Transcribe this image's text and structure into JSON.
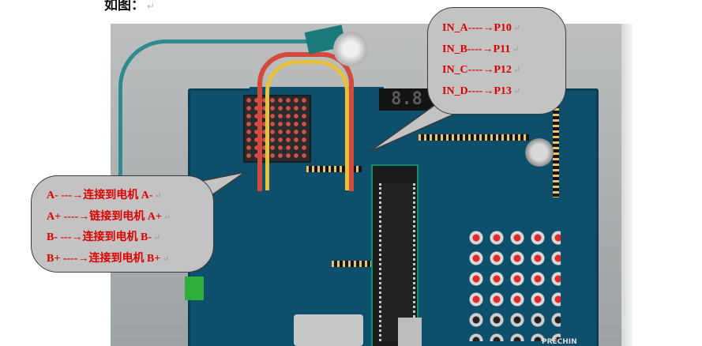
{
  "heading": {
    "text": "如图：",
    "para_mark": "↵"
  },
  "photo": {
    "seven_segment": "8.8",
    "board_label": "PRECHIN"
  },
  "callout_motor": {
    "lines": [
      "A-   ---→连接到电机 A-",
      "A+ ----→链接到电机 A+",
      "B-   ---→连接到电机 B-",
      "B+ ----→连接到电机 B+"
    ],
    "para_mark": "↵"
  },
  "callout_inputs": {
    "lines": [
      "IN_A----→P10",
      "IN_B----→P11",
      "IN_C----→P12",
      "IN_D----→P13"
    ],
    "para_mark": "↵"
  },
  "colors": {
    "callout_text": "#dd0000",
    "callout_fill": "#c3c3c3",
    "board": "#0e4f6b"
  }
}
